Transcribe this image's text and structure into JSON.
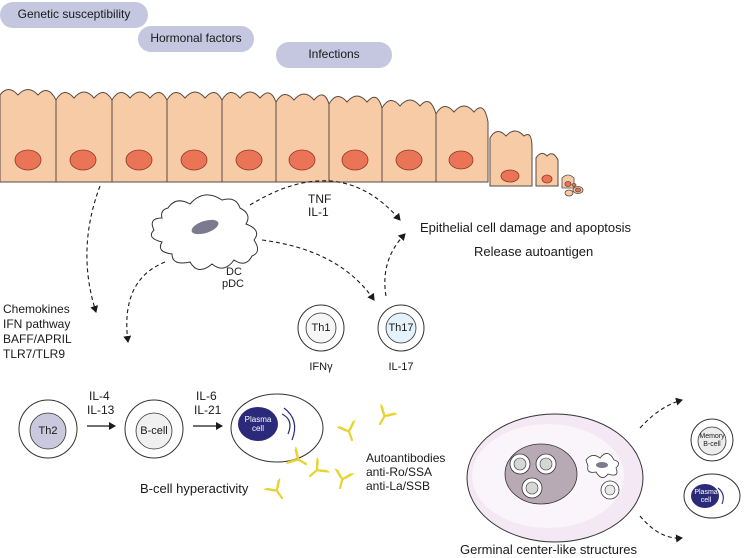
{
  "factors": {
    "genetic": "Genetic susceptibility",
    "hormonal": "Hormonal factors",
    "infections": "Infections"
  },
  "signals": {
    "tnf": "TNF",
    "il1": "IL-1",
    "chemokines": "Chemokines",
    "ifn_pathway": "IFN pathway",
    "baff": "BAFF/APRIL",
    "tlr": "TLR7/TLR9",
    "il4": "IL-4",
    "il13": "IL-13",
    "il6": "IL-6",
    "il21": "IL-21",
    "ifng": "IFNγ",
    "il17": "IL-17"
  },
  "outcomes": {
    "damage": "Epithelial cell damage and apoptosis",
    "release": "Release autoantigen",
    "bcell_hyper": "B-cell hyperactivity",
    "germinal": "Germinal center-like structures",
    "autoantibodies": "Autoantibodies",
    "anti_ro": "anti-Ro/SSA",
    "anti_la": "anti-La/SSB"
  },
  "cells": {
    "dc": "DC",
    "pdc": "pDC",
    "th1": "Th1",
    "th17": "Th17",
    "th2": "Th2",
    "bcell": "B-cell",
    "plasma_line1": "Plasma",
    "plasma_line2": "cell",
    "memory_line1": "Memory",
    "memory_line2": "B-cell",
    "plasma2_line1": "Plasma",
    "plasma2_line2": "cell"
  },
  "colors": {
    "epithelium": "#f8cba7",
    "nucleus": "#ea7455",
    "factor_pill": "#c5c6e0",
    "plasma_cell": "#2b2a7a",
    "antibody": "#e8d430",
    "germinal_center": "#f3e8f3",
    "th17_fill": "#e4f2fb",
    "th2_fill": "#c9c8dc"
  }
}
